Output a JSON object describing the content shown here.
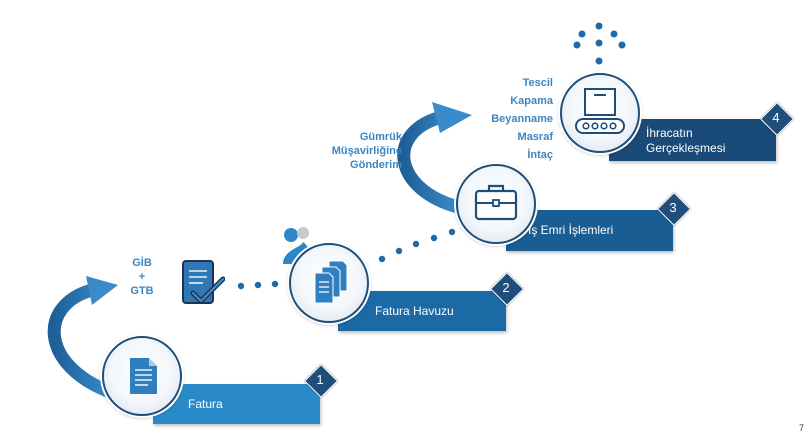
{
  "stages": [
    {
      "number": "1",
      "label": "Fatura",
      "icon": "document-icon",
      "color": "#2a8ac9"
    },
    {
      "number": "2",
      "label": "Fatura Havuzu",
      "icon": "documents-stack-icon",
      "color": "#1b6aa5"
    },
    {
      "number": "3",
      "label": "İş Emri İşlemleri",
      "icon": "briefcase-icon",
      "color": "#1a5d93"
    },
    {
      "number": "4",
      "label_line1": "İhracatın",
      "label_line2": "Gerçekleşmesi",
      "icon": "conveyor-box-icon",
      "color": "#1a4a78"
    }
  ],
  "annotations": {
    "gib_line1": "GİB",
    "gib_plus": "+",
    "gib_line2": "GTB",
    "gumruk_line1": "Gümrük",
    "gumruk_line2": "Müşavirliğine",
    "gumruk_line3": "Gönderim",
    "final_list": [
      "Tescil",
      "Kapama",
      "Beyanname",
      "Masraf",
      "İntaç"
    ]
  },
  "page_number": "7",
  "colors": {
    "arrow": "#2f7bb8",
    "dots": "#1f6aa8",
    "label_text": "#3c86c2",
    "circle_border": "#1f4e79",
    "diamond": "#1e4e79"
  }
}
